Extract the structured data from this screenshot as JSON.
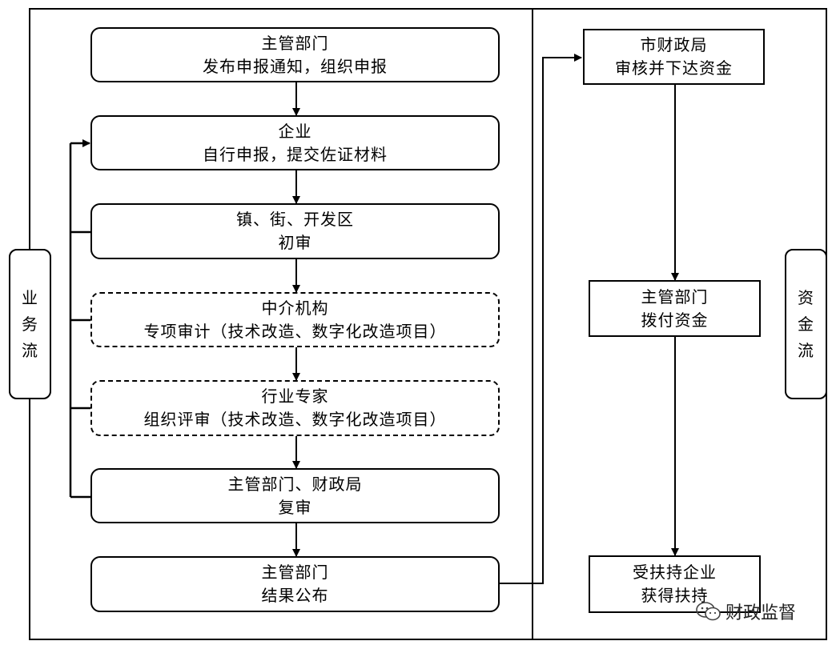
{
  "business_flow_label": [
    "业",
    "务",
    "流"
  ],
  "fund_flow_label": [
    "资",
    "金",
    "流"
  ],
  "business_steps": [
    {
      "line1": "主管部门",
      "line2": "发布申报通知，组织申报"
    },
    {
      "line1": "企业",
      "line2": "自行申报，提交佐证材料"
    },
    {
      "line1": "镇、街、开发区",
      "line2": "初审"
    },
    {
      "line1": "中介机构",
      "line2": "专项审计（技术改造、数字化改造项目）"
    },
    {
      "line1": "行业专家",
      "line2": "组织评审（技术改造、数字化改造项目）"
    },
    {
      "line1": "主管部门、财政局",
      "line2": "复审"
    },
    {
      "line1": "主管部门",
      "line2": "结果公布"
    }
  ],
  "fund_steps": [
    {
      "line1": "市财政局",
      "line2": "审核并下达资金"
    },
    {
      "line1": "主管部门",
      "line2": "拨付资金"
    },
    {
      "line1": "受扶持企业",
      "line2": "获得扶持"
    }
  ],
  "watermark": {
    "text": "财政监督",
    "icon": "wechat-icon"
  }
}
